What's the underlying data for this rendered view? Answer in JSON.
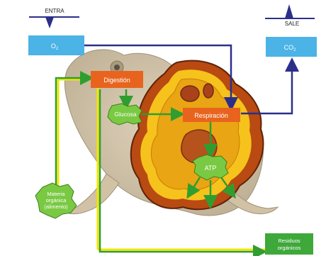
{
  "labels": {
    "entra": "ENTRA",
    "sale": "SALE",
    "o2": "O",
    "o2_sub": "2",
    "co2": "CO",
    "co2_sub": "2",
    "digestion": "Digestión",
    "glucosa": "Glucosa",
    "respiracion": "Respiración",
    "atp": "ATP",
    "materia_line1": "Materia",
    "materia_line2": "orgánica",
    "materia_line3": "(alimento)",
    "residuos_line1": "Residuos",
    "residuos_line2": "orgánicos"
  },
  "colors": {
    "blue_box": "#4bb3e6",
    "orange_box": "#e8641e",
    "green_box": "#3ea83a",
    "green_badge": "#7ac943",
    "green_arrow": "#2f9e2f",
    "navy_arrow": "#2b2f8a",
    "yellow_line": "#f2e600",
    "cell_outer": "#b84a12",
    "cell_yellow": "#f6c21c",
    "cell_inner": "#e9a514",
    "mito": "#a9421a"
  },
  "icons": {
    "entra_marker": "triangle-down-icon",
    "sale_marker": "triangle-up-icon"
  }
}
